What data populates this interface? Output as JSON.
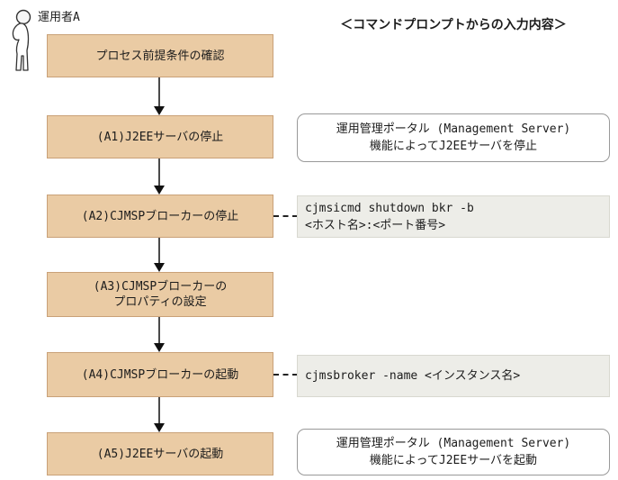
{
  "actor": {
    "label": "運用者A"
  },
  "header": {
    "title": "＜コマンドプロンプトからの入力内容＞"
  },
  "flow": {
    "steps": [
      {
        "lines": [
          "プロセス前提条件の確認"
        ]
      },
      {
        "lines": [
          "(A1)J2EEサーバの停止"
        ]
      },
      {
        "lines": [
          "(A2)CJMSPブローカーの停止"
        ]
      },
      {
        "lines": [
          "(A3)CJMSPブローカーの",
          "プロパティの設定"
        ]
      },
      {
        "lines": [
          "(A4)CJMSPブローカーの起動"
        ]
      },
      {
        "lines": [
          "(A5)J2EEサーバの起動"
        ]
      }
    ]
  },
  "annotations": [
    {
      "type": "rounded",
      "lines": [
        "運用管理ポータル (Management Server)",
        "機能によってJ2EEサーバを停止"
      ]
    },
    {
      "type": "command",
      "lines": [
        "cjmsicmd shutdown bkr -b",
        "<ホスト名>:<ポート番号>"
      ]
    },
    {
      "type": "command",
      "lines": [
        "cjmsbroker -name <インスタンス名>"
      ]
    },
    {
      "type": "rounded",
      "lines": [
        "運用管理ポータル (Management Server)",
        "機能によってJ2EEサーバを起動"
      ]
    }
  ],
  "colors": {
    "step_fill": "#EACBA4",
    "step_border": "#C9A178",
    "command_fill": "#EDEDE8",
    "command_border": "#D8D8D0",
    "rounded_border": "#999999",
    "arrow": "#111111"
  }
}
